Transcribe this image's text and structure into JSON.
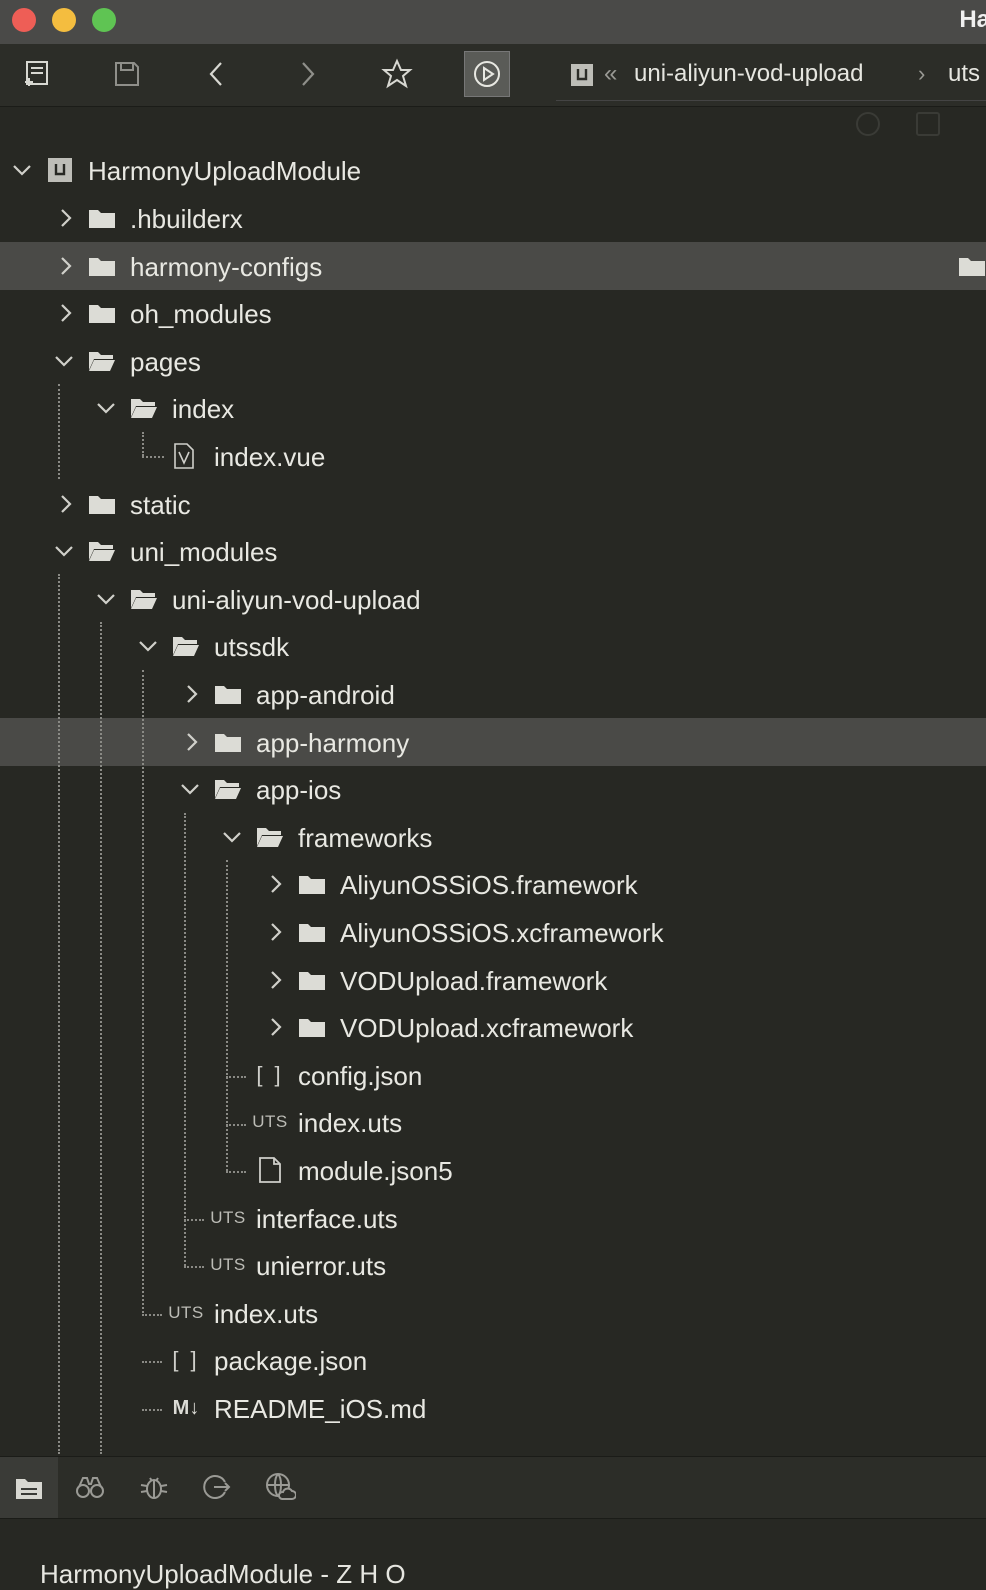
{
  "window": {
    "title": "Ha",
    "traffic_lights": {
      "close": "#ee5e56",
      "minimize": "#f4bd3f",
      "zoom": "#5fc453"
    }
  },
  "toolbar": {
    "buttons": [
      "new-file-icon",
      "save-icon",
      "back-icon",
      "forward-icon",
      "bookmark-icon",
      "run-icon"
    ],
    "active_button": "run-icon"
  },
  "breadcrumb": {
    "separator": "«",
    "item1": "uni-aliyun-vod-upload",
    "chevron": "›",
    "item2": "uts"
  },
  "tree": {
    "root": "HarmonyUploadModule",
    "items": [
      {
        "label": ".hbuilderx",
        "icon": "folder-icon",
        "expanded": false
      },
      {
        "label": "harmony-configs",
        "icon": "folder-icon",
        "expanded": false,
        "selected": true
      },
      {
        "label": "oh_modules",
        "icon": "folder-icon",
        "expanded": false
      },
      {
        "label": "pages",
        "icon": "folder-open-icon",
        "expanded": true
      },
      {
        "label": "index",
        "icon": "folder-open-icon",
        "expanded": true
      },
      {
        "label": "index.vue",
        "icon": "vue-file-icon"
      },
      {
        "label": "static",
        "icon": "folder-icon",
        "expanded": false
      },
      {
        "label": "uni_modules",
        "icon": "folder-open-icon",
        "expanded": true
      },
      {
        "label": "uni-aliyun-vod-upload",
        "icon": "folder-open-icon",
        "expanded": true
      },
      {
        "label": "utssdk",
        "icon": "folder-open-icon",
        "expanded": true
      },
      {
        "label": "app-android",
        "icon": "folder-icon",
        "expanded": false
      },
      {
        "label": "app-harmony",
        "icon": "folder-icon",
        "expanded": false,
        "selected": true
      },
      {
        "label": "app-ios",
        "icon": "folder-open-icon",
        "expanded": true
      },
      {
        "label": "frameworks",
        "icon": "folder-open-icon",
        "expanded": true
      },
      {
        "label": "AliyunOSSiOS.framework",
        "icon": "folder-icon",
        "expanded": false
      },
      {
        "label": "AliyunOSSiOS.xcframework",
        "icon": "folder-icon",
        "expanded": false
      },
      {
        "label": "VODUpload.framework",
        "icon": "folder-icon",
        "expanded": false
      },
      {
        "label": "VODUpload.xcframework",
        "icon": "folder-icon",
        "expanded": false
      },
      {
        "label": "config.json",
        "icon": "json-file-icon",
        "badge": "[ ]"
      },
      {
        "label": "index.uts",
        "icon": "uts-file-icon",
        "badge": "UTS"
      },
      {
        "label": "module.json5",
        "icon": "file-icon"
      },
      {
        "label": "interface.uts",
        "icon": "uts-file-icon",
        "badge": "UTS"
      },
      {
        "label": "unierror.uts",
        "icon": "uts-file-icon",
        "badge": "UTS"
      },
      {
        "label": "index.uts",
        "icon": "uts-file-icon",
        "badge": "UTS"
      },
      {
        "label": "package.json",
        "icon": "json-file-icon",
        "badge": "[ ]"
      },
      {
        "label": "README_iOS.md",
        "icon": "markdown-file-icon",
        "badge": "M↓"
      }
    ]
  },
  "bottom_bar": {
    "buttons": [
      "project-manager-icon",
      "search-binoculars-icon",
      "debug-bug-icon",
      "export-icon",
      "cloud-globe-icon"
    ],
    "active_button": "project-manager-icon"
  },
  "status": {
    "text": "HarmonyUploadModule - Z H O"
  }
}
